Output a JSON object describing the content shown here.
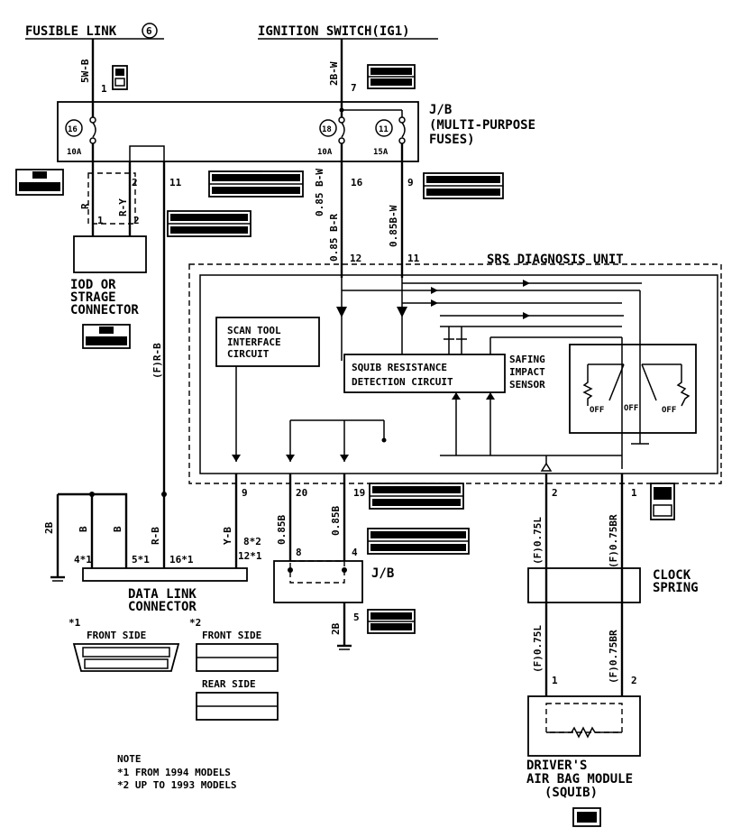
{
  "top": {
    "fusible_link": "FUSIBLE LINK",
    "fusible_link_num": "6",
    "ignition_switch": "IGNITION SWITCH(IG1)"
  },
  "wires": {
    "w_5wb": "5W-B",
    "w_2bw": "2B-W",
    "w_r": "R",
    "w_ry": "R-Y",
    "w_085bw": "0.85 B-W",
    "w_085bw2": "0.85B-W",
    "w_085br": "0.85 B-R",
    "w_frb": "(F)R-B",
    "w_2b": "2B",
    "w_b1": "B",
    "w_b2": "B",
    "w_rb": "R-B",
    "w_yb": "Y-B",
    "w_085b1": "0.85B",
    "w_085b2": "0.85B",
    "w_2b_bottom": "2B",
    "w_f075l_top": "(F)0.75L",
    "w_f075br_top": "(F)0.75BR",
    "w_f075l_bot": "(F)0.75L",
    "w_f075br_bot": "(F)0.75BR"
  },
  "jb": {
    "label": "J/B",
    "sub1": "(MULTI-PURPOSE",
    "sub2": "FUSES)",
    "fuse_left_num": "16",
    "fuse_left_amp": "10A",
    "fuse_mid_num": "18",
    "fuse_mid_amp": "10A",
    "fuse_right_num": "11",
    "fuse_right_amp": "15A",
    "pin_1": "1",
    "pin_7": "7",
    "pin_2": "2",
    "pin_11": "11",
    "pin_16": "16",
    "pin_9": "9"
  },
  "iod": {
    "l1": "IOD OR",
    "l2": "STRAGE",
    "l3": "CONNECTOR",
    "pin1": "1",
    "pin2": "2"
  },
  "srs": {
    "title": "SRS DIAGNOSIS UNIT",
    "scan1": "SCAN TOOL",
    "scan2": "INTERFACE",
    "scan3": "CIRCUIT",
    "squib1": "SQUIB RESISTANCE",
    "squib2": "DETECTION CIRCUIT",
    "safing1": "SAFING",
    "safing2": "IMPACT",
    "safing3": "SENSOR",
    "off_left": "OFF",
    "off_mid": "OFF",
    "off_right": "OFF",
    "pin12": "12",
    "pin11": "11",
    "pin9": "9",
    "pin20": "20",
    "pin19": "19",
    "pin2": "2",
    "pin1": "1"
  },
  "dlc": {
    "l1": "DATA LINK",
    "l2": "CONNECTOR",
    "p4": "4*1",
    "p5": "5*1",
    "p16": "16*1",
    "p8": "8*2",
    "p12": "12*1",
    "n1": "*1",
    "n2": "*2",
    "front1": "FRONT SIDE",
    "front2": "FRONT SIDE",
    "rear2": "REAR SIDE"
  },
  "jb2": {
    "label": "J/B",
    "p8": "8",
    "p4": "4",
    "p5": "5"
  },
  "clock": {
    "l1": "CLOCK",
    "l2": "SPRING"
  },
  "airbag": {
    "l1": "DRIVER'S",
    "l2": "AIR BAG MODULE",
    "l3": "(SQUIB)",
    "p1": "1",
    "p2": "2"
  },
  "note": {
    "title": "NOTE",
    "n1": "*1 FROM 1994 MODELS",
    "n2": "*2 UP TO 1993 MODELS"
  }
}
